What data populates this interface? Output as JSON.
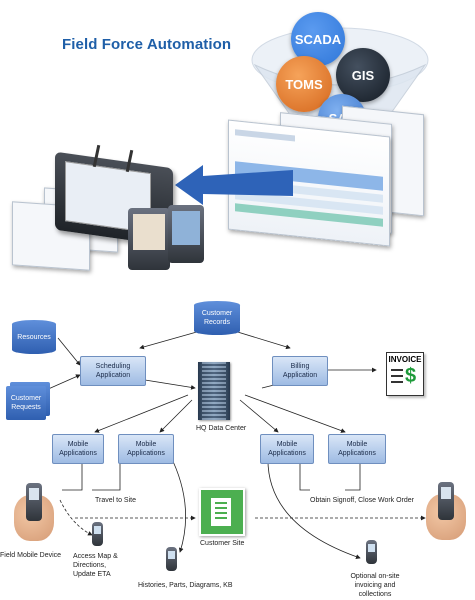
{
  "top": {
    "title": "Field Force Automation",
    "circles": {
      "scada": "SCADA",
      "gis": "GIS",
      "toms": "TOMS",
      "sap": "SAP"
    }
  },
  "diagram": {
    "resources": "Resources",
    "customer_requests": "Customer Requests",
    "customer_records": "Customer Records",
    "scheduling_application": "Scheduling Application",
    "billing_application": "Billing Application",
    "invoice": "INVOICE",
    "invoice_symbol": "$",
    "hq_data_center": "HQ Data Center",
    "mobile_applications": "Mobile Applications",
    "travel_to_site": "Travel to Site",
    "obtain_signoff": "Obtain Signoff, Close Work Order",
    "customer_site": "Customer Site",
    "field_mobile_device": "Field Mobile Device",
    "access_map": "Access Map & Directions, Update ETA",
    "histories": "Histories, Parts, Diagrams, KB",
    "optional_invoicing": "Optional on-site invoicing and collections"
  },
  "colors": {
    "title": "#1f5fa8",
    "scada": "#2f76d8",
    "gis": "#1f2a38",
    "toms": "#e37a2b",
    "sap": "#4a84d6",
    "box_fill": "#c6d8f0",
    "cylinder": "#3b6fc4",
    "customer_site_green": "#4caf50"
  }
}
